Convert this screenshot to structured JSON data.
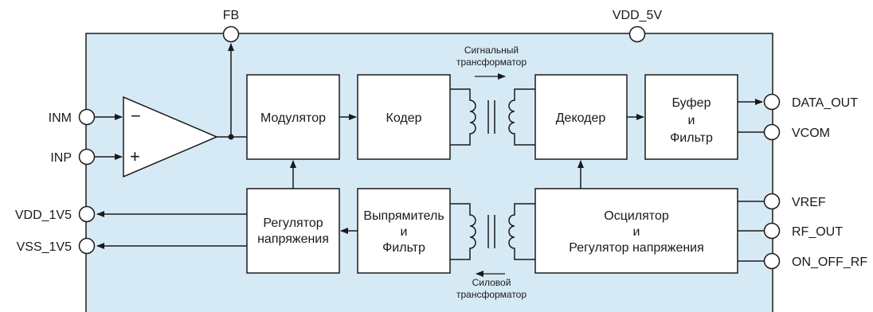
{
  "colors": {
    "panel_fill": "#d6eaf5",
    "block_fill": "#ffffff",
    "stroke": "#1a1a1a"
  },
  "pins": {
    "fb": "FB",
    "vdd_5v": "VDD_5V",
    "inm": "INM",
    "inp": "INP",
    "vdd_1v5": "VDD_1V5",
    "vss_1v5": "VSS_1V5",
    "data_out": "DATA_OUT",
    "vcom": "VCOM",
    "vref": "VREF",
    "rf_out": "RF_OUT",
    "on_off_rf": "ON_OFF_RF"
  },
  "amplifier": {
    "minus": "−",
    "plus": "+"
  },
  "blocks": {
    "modulator": "Модулятор",
    "coder": "Кодер",
    "decoder": "Декодер",
    "buffer_line1": "Буфер",
    "buffer_line2": "и",
    "buffer_line3": "Фильтр",
    "regulator_line1": "Регулятор",
    "regulator_line2": "напряжения",
    "rectifier_line1": "Выпрямитель",
    "rectifier_line2": "и",
    "rectifier_line3": "Фильтр",
    "oscillator_line1": "Осцилятор",
    "oscillator_line2": "и",
    "oscillator_line3": "Регулятор напряжения"
  },
  "transformers": {
    "signal_line1": "Сигнальный",
    "signal_line2": "трансформатор",
    "power_line1": "Силовой",
    "power_line2": "трансформатор"
  }
}
